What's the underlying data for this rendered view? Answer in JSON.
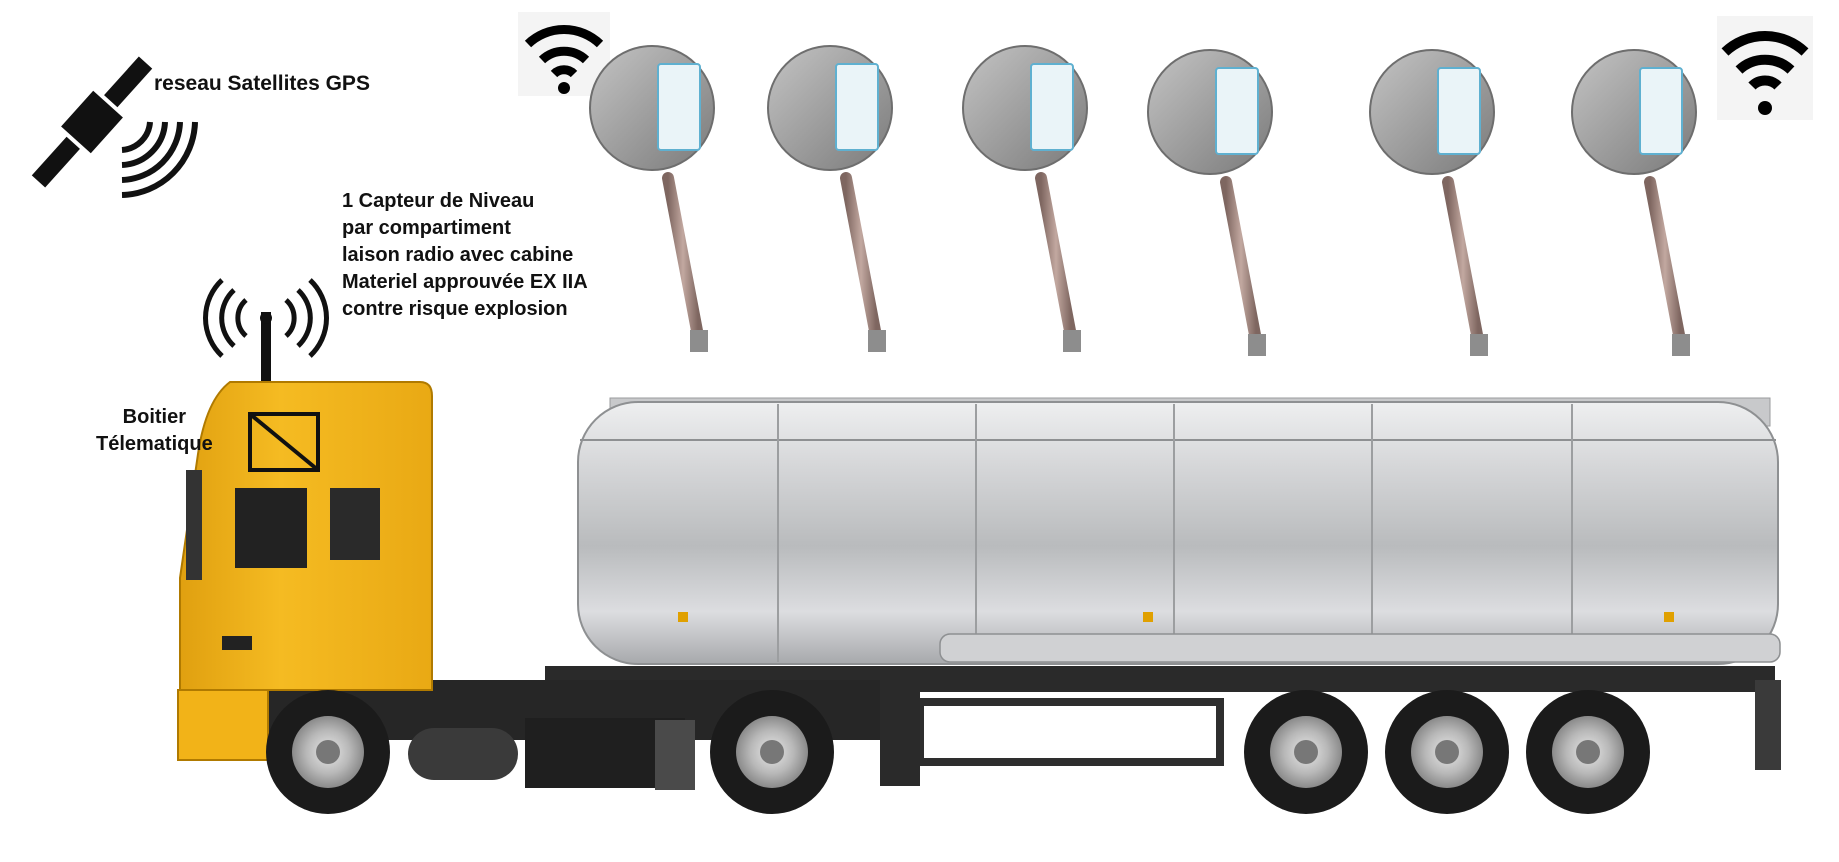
{
  "labels": {
    "gps": "reseau Satellites GPS",
    "sensor_lines": [
      "1  Capteur de Niveau",
      "par compartiment",
      "laison radio avec cabine",
      "Materiel approuvée EX IIA",
      "contre risque explosion"
    ],
    "telematics_lines": [
      "Boitier",
      "Télematique"
    ]
  },
  "sensors": {
    "count": 6
  },
  "colors": {
    "cab": "#f2b318",
    "tank": "#c9cacc",
    "chassis": "#2a2a2a",
    "sensor_head": "#9a9a9a",
    "sensor_rod": "#a58a82"
  },
  "icons": [
    "satellite-icon",
    "wifi-icon",
    "antenna-icon",
    "telematics-box-icon",
    "level-sensor-icon"
  ]
}
